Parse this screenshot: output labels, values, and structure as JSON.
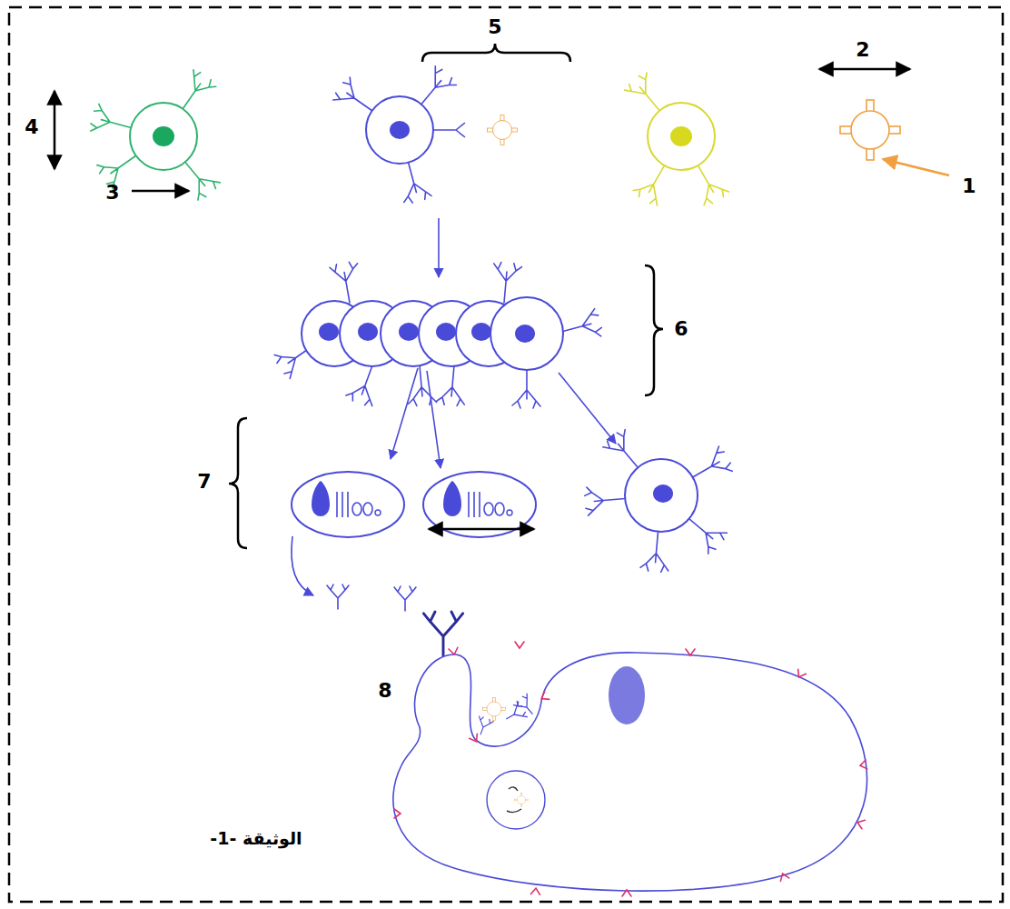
{
  "diagram": {
    "labels": [
      "5",
      "2",
      "4",
      "3",
      "1",
      "6",
      "7",
      "8",
      "الوثيقة -1-"
    ]
  }
}
